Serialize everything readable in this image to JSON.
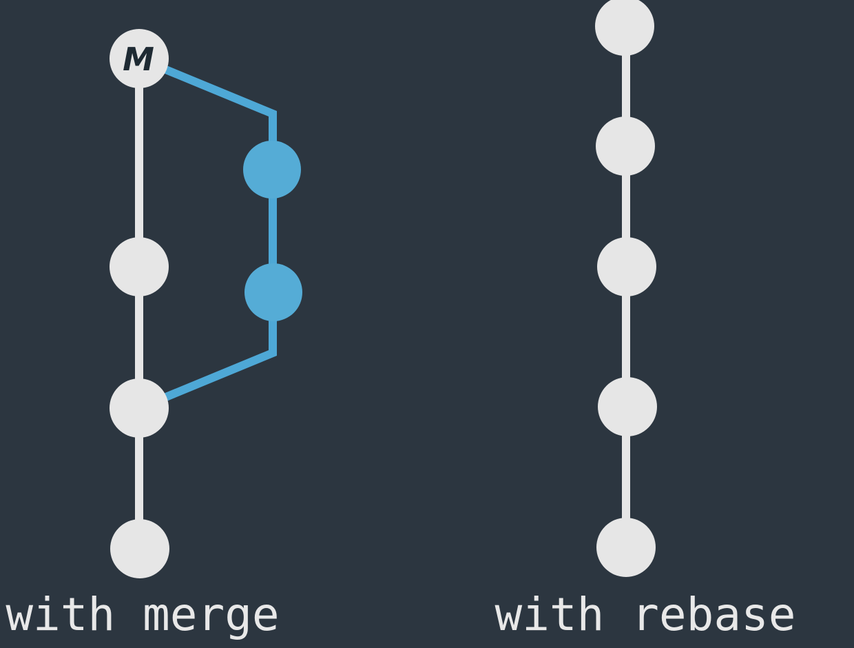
{
  "merge_diagram": {
    "caption": "with merge",
    "merge_commit_label": "M",
    "main_commit_count": 3,
    "branch_commit_count": 2
  },
  "rebase_diagram": {
    "caption": "with rebase",
    "commit_count": 5
  },
  "colors": {
    "background": "#2c3640",
    "main_line": "#e6e6e6",
    "commit_node": "#e6e6e6",
    "branch_line": "#4ea8d6",
    "branch_node": "#55acd6",
    "merge_label": "#1e2a33",
    "caption_text": "#e8e8e8"
  }
}
